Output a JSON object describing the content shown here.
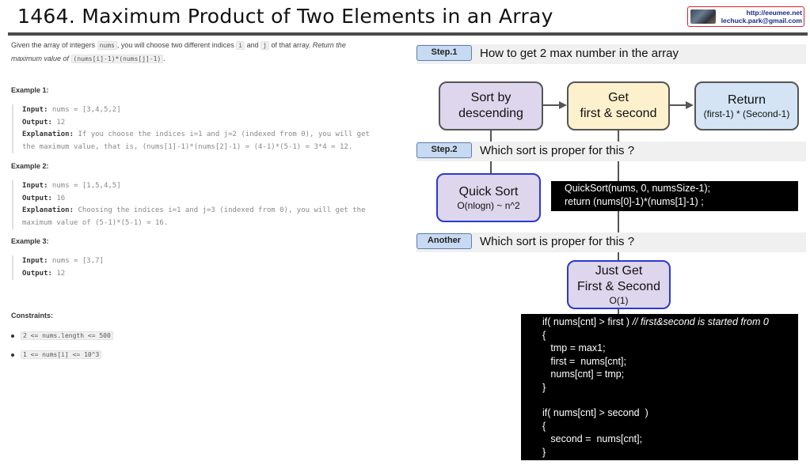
{
  "header": {
    "title": "1464. Maximum Product of Two Elements in an Array",
    "badge_url": "http://eeumee.net",
    "badge_email": "lechuck.park@gmail.com"
  },
  "problem": {
    "desc_a": "Given the array of integers ",
    "desc_nums": "nums",
    "desc_b": ", you will choose two different indices ",
    "desc_i": "i",
    "desc_and": " and ",
    "desc_j": "j",
    "desc_c": " of that array. ",
    "desc_return": "Return the",
    "desc_line2": "maximum value of ",
    "desc_expr": "(nums[i]-1)*(nums[j]-1)",
    "desc_end": ".",
    "examples": [
      {
        "head": "Example 1:",
        "input_label": "Input:",
        "input": " nums = [3,4,5,2]",
        "output_label": "Output:",
        "output": " 12",
        "expl_label": "Explanation:",
        "expl_1": " If you choose the indices i=1 and j=2 (indexed from 0), you will get",
        "expl_2": "the maximum value, that is, (nums[1]-1)*(nums[2]-1) = (4-1)*(5-1) = 3*4 = 12."
      },
      {
        "head": "Example 2:",
        "input_label": "Input:",
        "input": " nums = [1,5,4,5]",
        "output_label": "Output:",
        "output": " 16",
        "expl_label": "Explanation:",
        "expl_1": " Choosing the indices i=1 and j=3 (indexed from 0), you will get the",
        "expl_2": "maximum value of (5-1)*(5-1) = 16."
      },
      {
        "head": "Example 3:",
        "input_label": "Input:",
        "input": " nums = [3,7]",
        "output_label": "Output:",
        "output": " 12"
      }
    ],
    "constraints_head": "Constraints:",
    "constraints": [
      "2 <= nums.length <= 500",
      "1 <= nums[i] <= 10^3"
    ]
  },
  "diagram": {
    "step1": {
      "tag": "Step.1",
      "text": "How to get 2 max number in the array"
    },
    "flow": [
      {
        "line1": "Sort by",
        "line2": "descending"
      },
      {
        "line1": "Get",
        "line2": "first & second"
      },
      {
        "line1": "Return",
        "line2": "(first-1) * (Second-1)"
      }
    ],
    "step2": {
      "tag": "Step.2",
      "text": "Which sort is proper for this ?"
    },
    "quick": {
      "line1": "Quick Sort",
      "line2": "O(nlogn) ~ n^2"
    },
    "quick_code": [
      "QuickSort(nums, 0, numsSize-1);",
      "return (nums[0]-1)*(nums[1]-1) ;"
    ],
    "another": {
      "tag": "Another",
      "text": "Which sort is proper for this ?"
    },
    "just": {
      "line1": "Just Get",
      "line2": "First & Second",
      "line3": "O(1)"
    },
    "just_code": {
      "l1": "if( nums[cnt] > first ) ",
      "l1_comment": "// first&second is started from 0",
      "l2": "{",
      "l3": "   tmp = max1;",
      "l4": "   first =  nums[cnt];",
      "l5": "   nums[cnt] = tmp;",
      "l6": "}",
      "l7": "if( nums[cnt] > second  )",
      "l8": "{",
      "l9": "   second =  nums[cnt];",
      "l10": "}"
    }
  }
}
